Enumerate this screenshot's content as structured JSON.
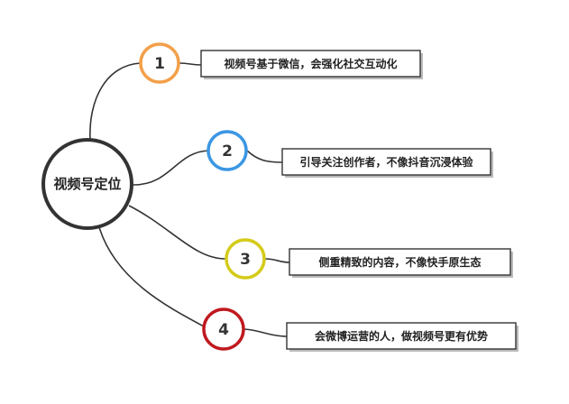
{
  "center": {
    "label": "视频号定位"
  },
  "branches": [
    {
      "number": "1",
      "color": "#f2a04a",
      "text": "视频号基于微信，会强化社交互动化"
    },
    {
      "number": "2",
      "color": "#3b97e3",
      "text": "引导关注创作者，不像抖音沉浸体验"
    },
    {
      "number": "3",
      "color": "#d4cb1a",
      "text": "侧重精致的内容，不像快手原生态"
    },
    {
      "number": "4",
      "color": "#c0191f",
      "text": "会微博运营的人，做视频号更有优势"
    }
  ]
}
